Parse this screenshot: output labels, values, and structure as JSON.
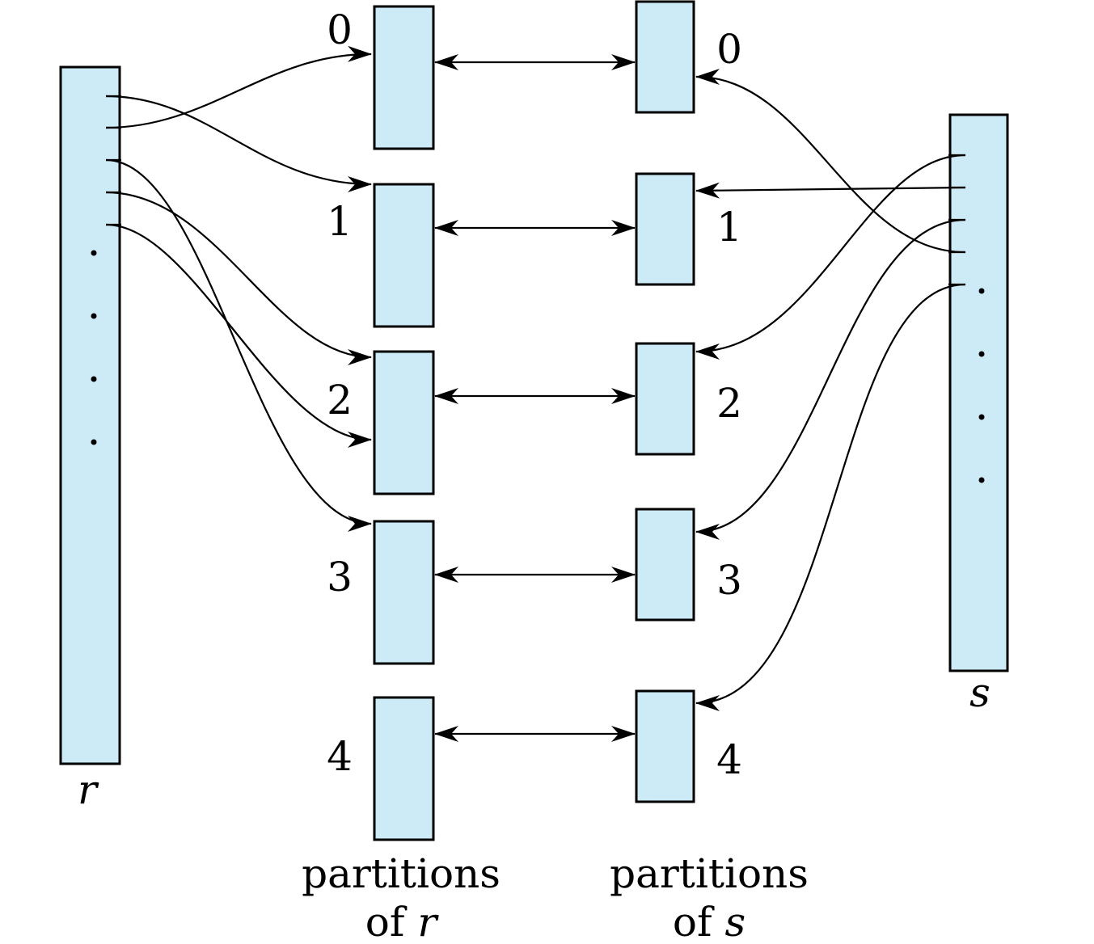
{
  "relation_r": {
    "label": "r"
  },
  "relation_s": {
    "label": "s"
  },
  "partitions_r": {
    "caption_line1": "partitions",
    "caption_line2_prefix": "of",
    "caption_line2_var": "r",
    "labels": [
      "0",
      "1",
      "2",
      "3",
      "4"
    ]
  },
  "partitions_s": {
    "caption_line1": "partitions",
    "caption_line2_prefix": "of",
    "caption_line2_var": "s",
    "labels": [
      "0",
      "1",
      "2",
      "3",
      "4"
    ]
  },
  "colors": {
    "box_fill": "#cdeaf7",
    "line": "#000000"
  }
}
